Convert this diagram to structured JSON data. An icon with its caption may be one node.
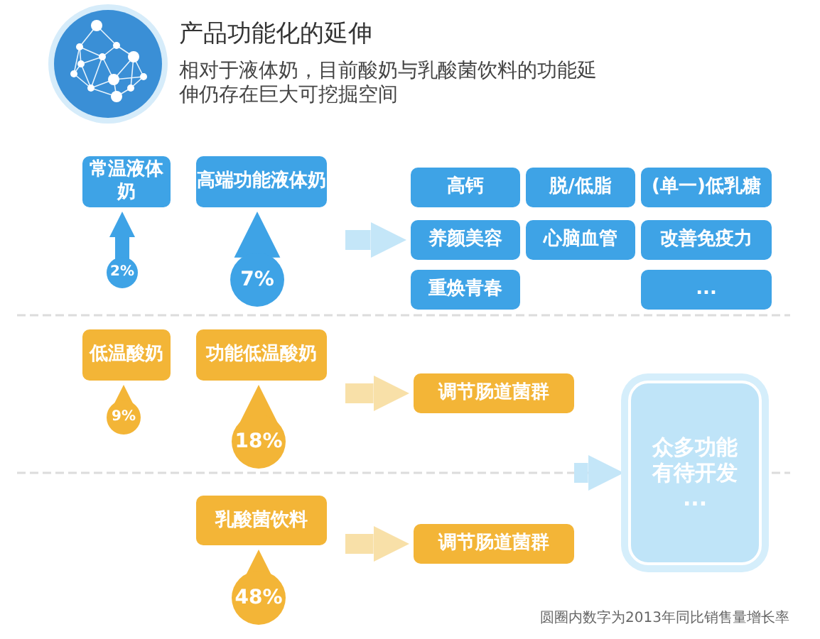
{
  "diagram": {
    "title": "产品功能化的延伸",
    "nodes": [
      {
        "text": [
          "常温液体奶"
        ]
      },
      {
        "text": [
          "高端功能液体奶"
        ]
      },
      {
        "text": [
          "2%"
        ]
      },
      {
        "text": [
          "7%"
        ]
      },
      {
        "text": [
          "高钙"
        ]
      },
      {
        "text": [
          "脱/低脂"
        ]
      },
      {
        "text": [
          "(单一)低乳糖"
        ]
      },
      {
        "text": [
          "养颜美容"
        ]
      },
      {
        "text": [
          "心脑血管"
        ]
      },
      {
        "text": [
          "改善免疫力"
        ]
      },
      {
        "text": [
          "重焕青春"
        ]
      },
      {
        "text": [
          "..."
        ]
      },
      {
        "text": [
          "低温酸奶"
        ]
      },
      {
        "text": [
          "功能低温酸奶"
        ]
      },
      {
        "text": [
          "9%"
        ]
      },
      {
        "text": [
          "18%"
        ]
      },
      {
        "text": [
          "调节肠道菌群"
        ]
      },
      {
        "text": [
          "众多功能有待开发",
          "..."
        ]
      },
      {
        "text": [
          "乳酸菌饮料"
        ]
      },
      {
        "text": [
          "48%"
        ]
      },
      {
        "text": [
          "调节肠道菌群"
        ]
      }
    ],
    "edges": [
      {
        "from": 2,
        "to": 0,
        "arrow": "to",
        "color": "#3ea3e6"
      },
      {
        "from": 3,
        "to": 1,
        "arrow": "to",
        "color": "#3ea3e6"
      },
      {
        "from": null,
        "to": 7,
        "arrow": "to",
        "color": "#c4e6f8"
      },
      {
        "from": 14,
        "to": 12,
        "arrow": "to"
      },
      {
        "from": 15,
        "to": 13,
        "arrow": "to"
      },
      {
        "from": null,
        "to": 16,
        "arrow": "to",
        "color": "#f8e0a8"
      },
      {
        "from": null,
        "to": 17,
        "arrow": "to",
        "color": "#c4e6f8"
      },
      {
        "from": 19,
        "to": 18,
        "arrow": "to"
      },
      {
        "from": null,
        "to": 20,
        "arrow": "to",
        "color": "#f8e0a8"
      }
    ],
    "labels": [
      "相对于液体奶，目前酸奶与乳酸菌饮料的功能延伸仍存在巨大可挖掘空间",
      "圆圈内数字为2013年同比销售量增长率"
    ]
  }
}
